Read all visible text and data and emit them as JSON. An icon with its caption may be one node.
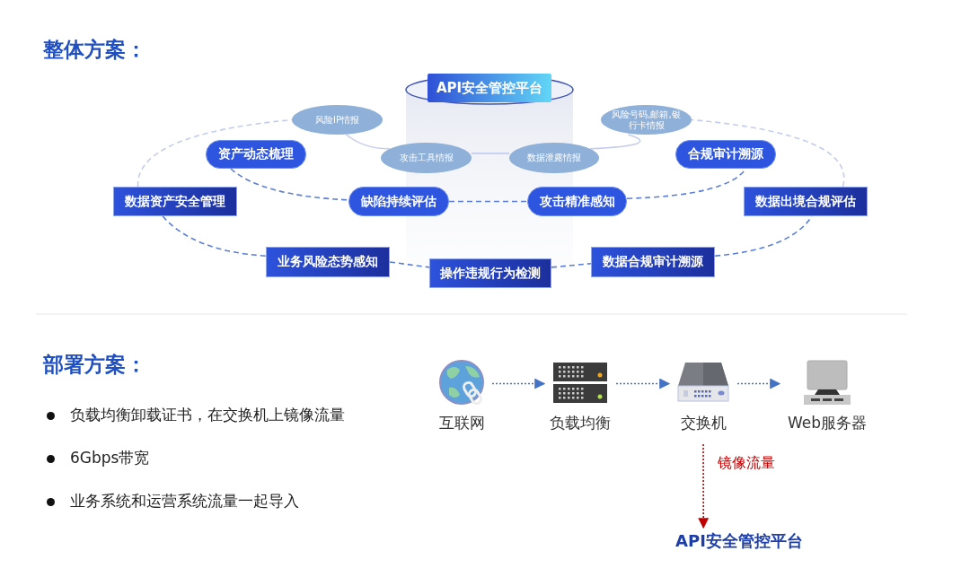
{
  "diagram": {
    "nodes": [
      {
        "text": [
          "API安全管控平台"
        ]
      },
      {
        "text": [
          "风险IP情报"
        ]
      },
      {
        "text": [
          "风险号码,邮箱,银行卡情报"
        ]
      },
      {
        "text": [
          "资产动态梳理"
        ]
      },
      {
        "text": [
          "攻击工具情报"
        ]
      },
      {
        "text": [
          "数据泄露情报"
        ]
      },
      {
        "text": [
          "合规审计溯源"
        ]
      },
      {
        "text": [
          "数据资产安全管理"
        ]
      },
      {
        "text": [
          "缺陷持续评估"
        ]
      },
      {
        "text": [
          "攻击精准感知"
        ]
      },
      {
        "text": [
          "数据出境合规评估"
        ]
      },
      {
        "text": [
          "业务风险态势感知"
        ]
      },
      {
        "text": [
          "数据合规审计溯源"
        ]
      },
      {
        "text": [
          "操作违规行为检测"
        ]
      },
      {
        "text": [
          "互联网"
        ]
      },
      {
        "text": [
          "负载均衡"
        ]
      },
      {
        "text": [
          "交换机"
        ]
      },
      {
        "text": [
          "Web服务器"
        ]
      },
      {
        "text": [
          "API安全管控平台"
        ]
      }
    ],
    "edges": [
      {
        "from": 7,
        "to": 11,
        "arrow": "none",
        "style": "dashed"
      },
      {
        "from": 11,
        "to": 13,
        "arrow": "none",
        "style": "dashed"
      },
      {
        "from": 13,
        "to": 12,
        "arrow": "none",
        "style": "dashed"
      },
      {
        "from": 12,
        "to": 10,
        "arrow": "none",
        "style": "dashed"
      },
      {
        "from": 10,
        "to": 2,
        "arrow": "none",
        "style": "dashed",
        "color": "#c5cdee"
      },
      {
        "from": 7,
        "to": 1,
        "arrow": "none",
        "style": "dashed",
        "color": "#c5cdee"
      },
      {
        "from": 3,
        "to": 8,
        "arrow": "none",
        "style": "dashed"
      },
      {
        "from": 8,
        "to": 9,
        "arrow": "none",
        "style": "dashed"
      },
      {
        "from": 9,
        "to": 6,
        "arrow": "none",
        "style": "dashed"
      },
      {
        "from": 1,
        "to": 4,
        "arrow": "none",
        "color": "#c5cdee"
      },
      {
        "from": 4,
        "to": 5,
        "arrow": "none",
        "color": "#c5cdee"
      },
      {
        "from": 5,
        "to": 2,
        "arrow": "none",
        "color": "#c5cdee"
      },
      {
        "from": 14,
        "to": 15,
        "arrow": "to",
        "style": "dashed",
        "color": "#4472c4"
      },
      {
        "from": 15,
        "to": 16,
        "arrow": "to",
        "style": "dashed",
        "color": "#4472c4"
      },
      {
        "from": 16,
        "to": 17,
        "arrow": "to",
        "style": "dashed",
        "color": "#4472c4"
      },
      {
        "from": 16,
        "to": 18,
        "arrow": "to",
        "style": "dashed",
        "color": "#c00000",
        "label": "镜像流量"
      }
    ],
    "labels": [
      "整体方案：",
      "部署方案：",
      "负载均衡卸载证书，在交换机上镜像流量",
      "6Gbps带宽",
      "业务系统和运营系统流量一起导入"
    ]
  }
}
